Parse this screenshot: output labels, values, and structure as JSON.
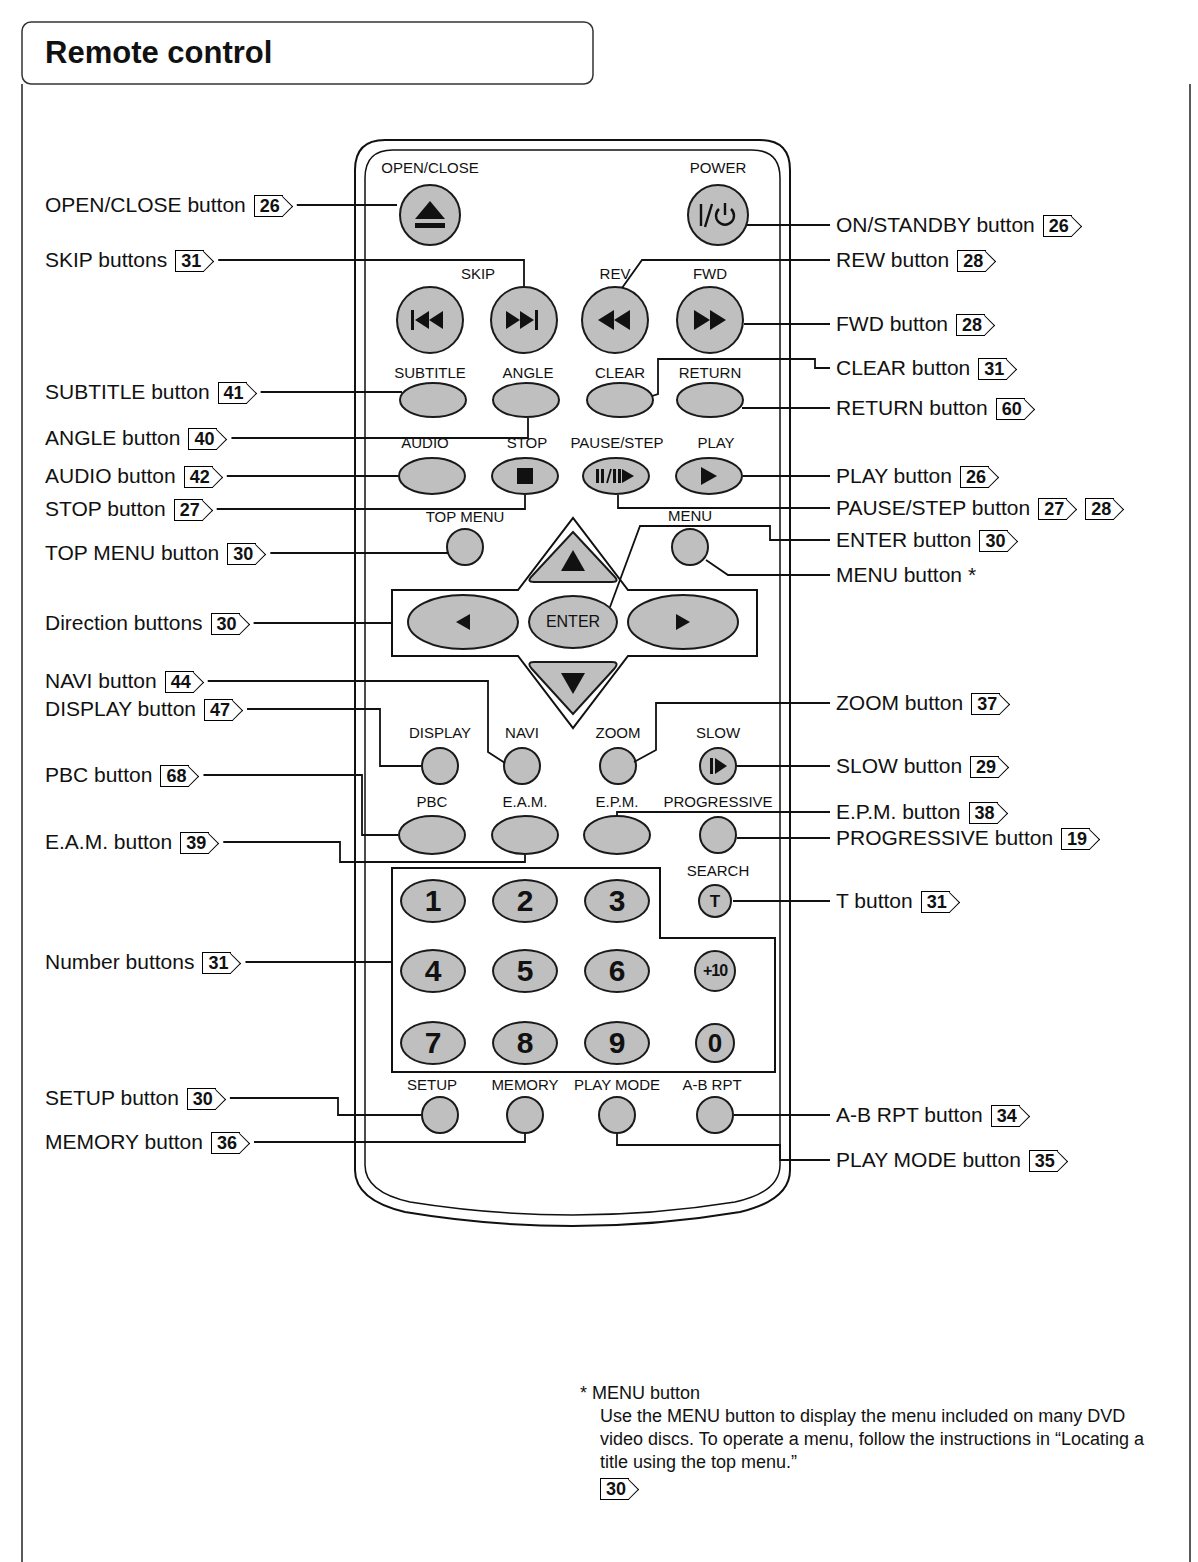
{
  "diagram": {
    "title": "Remote control",
    "nodes": [
      {
        "text": [
          "ENTER"
        ]
      },
      {
        "text": [
          "1"
        ]
      },
      {
        "text": [
          "2"
        ]
      },
      {
        "text": [
          "3"
        ]
      },
      {
        "text": [
          "T"
        ]
      },
      {
        "text": [
          "4"
        ]
      },
      {
        "text": [
          "5"
        ]
      },
      {
        "text": [
          "6"
        ]
      },
      {
        "text": [
          "+10"
        ]
      },
      {
        "text": [
          "7"
        ]
      },
      {
        "text": [
          "8"
        ]
      },
      {
        "text": [
          "9"
        ]
      },
      {
        "text": [
          "0"
        ]
      }
    ],
    "labels": [
      "OPEN/CLOSE",
      "POWER",
      "SKIP",
      "REV",
      "FWD",
      "SUBTITLE",
      "ANGLE",
      "CLEAR",
      "RETURN",
      "AUDIO",
      "STOP",
      "PAUSE/STEP",
      "PLAY",
      "TOP MENU",
      "MENU",
      "DISPLAY",
      "NAVI",
      "ZOOM",
      "SLOW",
      "PBC",
      "E.A.M.",
      "E.P.M.",
      "PROGRESSIVE",
      "SEARCH",
      "SETUP",
      "MEMORY",
      "PLAY MODE",
      "A-B RPT",
      "OPEN/CLOSE button",
      "26",
      "SKIP buttons",
      "31",
      "SUBTITLE button",
      "41",
      "ANGLE button",
      "40",
      "AUDIO button",
      "42",
      "STOP button",
      "27",
      "TOP MENU button",
      "30",
      "Direction buttons",
      "30",
      "NAVI button",
      "44",
      "DISPLAY button",
      "47",
      "PBC button",
      "68",
      "E.A.M. button",
      "39",
      "Number buttons",
      "31",
      "SETUP button",
      "30",
      "MEMORY button",
      "36",
      "ON/STANDBY button",
      "26",
      "REW button",
      "28",
      "FWD button",
      "28",
      "CLEAR button",
      "31",
      "RETURN button",
      "60",
      "PLAY button",
      "26",
      "PAUSE/STEP button",
      "27",
      "28",
      "ENTER button",
      "30",
      "MENU button *",
      "ZOOM button",
      "37",
      "SLOW button",
      "29",
      "E.P.M. button",
      "38",
      "PROGRESSIVE button",
      "19",
      "T button",
      "31",
      "A-B RPT button",
      "34",
      "PLAY MODE button",
      "35",
      "* MENU button",
      "Use the MENU button to display the menu included on many DVD video discs. To operate a menu, follow the instructions in “Locating a title using the top menu.”",
      "30"
    ]
  }
}
